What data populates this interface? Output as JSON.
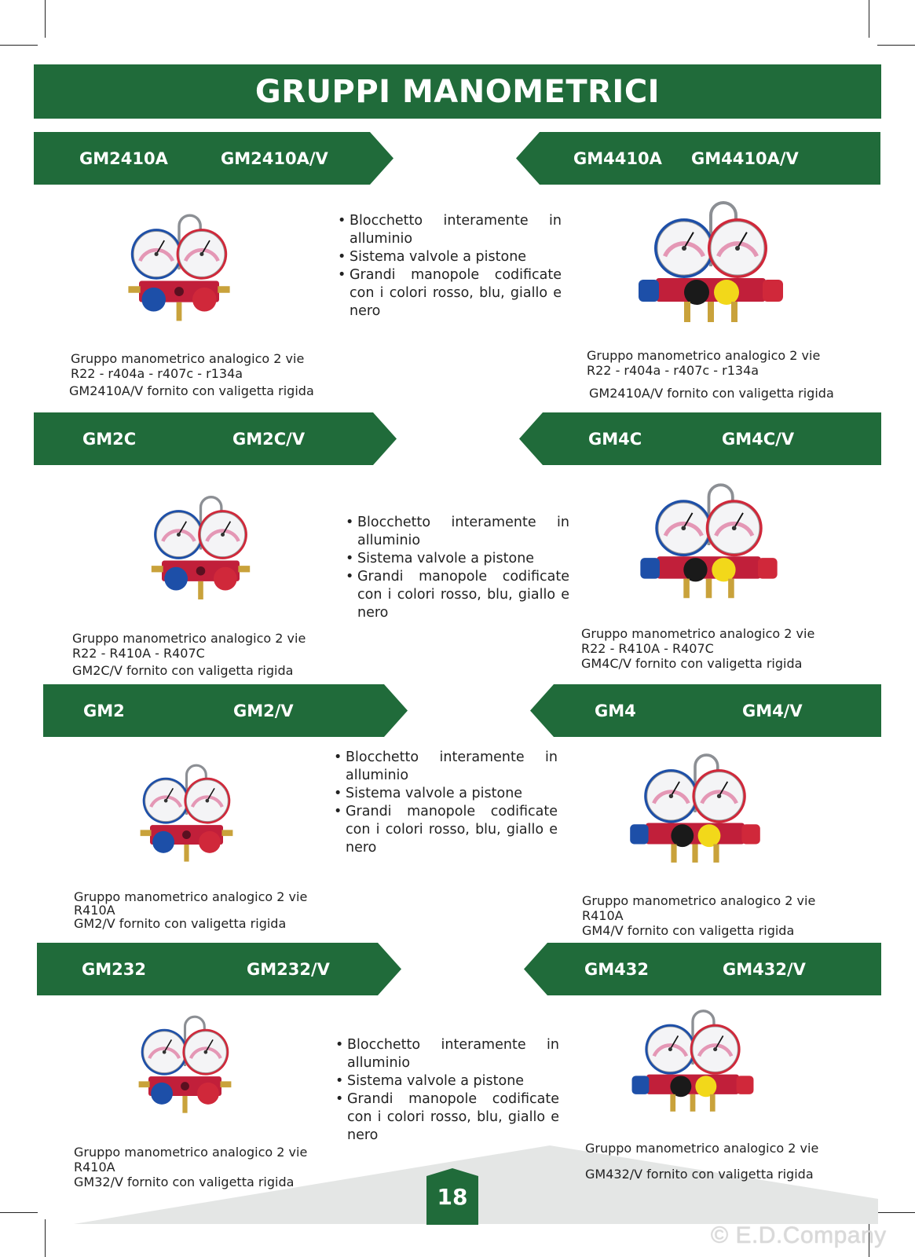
{
  "page": {
    "title": "GRUPPI MANOMETRICI",
    "page_number": "18",
    "watermark": "© E.D.Company"
  },
  "rows": [
    {
      "left": {
        "codes": [
          "GM2410A",
          "GM2410A/V"
        ],
        "description": [
          "Gruppo manometrico analogico 2 vie",
          "R22 - r404a - r407c - r134a",
          "GM2410A/V fornito con valigetta rigida"
        ],
        "gauge_style": "2-way"
      },
      "features": [
        "Blocchetto interamente in alluminio",
        "Sistema valvole a pistone",
        "Grandi manopole codificate con i colori rosso, blu, giallo e nero"
      ],
      "right": {
        "codes": [
          "GM4410A",
          "GM4410A/V"
        ],
        "description": [
          "Gruppo manometrico analogico 2 vie",
          "R22 - r404a - r407c - r134a",
          "GM2410A/V fornito con valigetta rigida"
        ],
        "gauge_style": "4-way"
      }
    },
    {
      "left": {
        "codes": [
          "GM2C",
          "GM2C/V"
        ],
        "description": [
          "Gruppo manometrico analogico 2 vie",
          "R22 - R410A - R407C",
          "GM2C/V fornito con valigetta rigida"
        ],
        "gauge_style": "2-way"
      },
      "features": [
        "Blocchetto interamente in alluminio",
        "Sistema valvole a pistone",
        "Grandi manopole codificate con i colori rosso, blu, giallo e nero"
      ],
      "right": {
        "codes": [
          "GM4C",
          "GM4C/V"
        ],
        "description": [
          "Gruppo manometrico analogico 2 vie",
          "R22 - R410A - R407C",
          "GM4C/V fornito con valigetta rigida"
        ],
        "gauge_style": "4-way"
      }
    },
    {
      "left": {
        "codes": [
          "GM2",
          "GM2/V"
        ],
        "description": [
          "Gruppo manometrico analogico 2 vie",
          "R410A",
          "GM2/V fornito con valigetta rigida"
        ],
        "gauge_style": "2-way"
      },
      "features": [
        "Blocchetto interamente in alluminio",
        "Sistema valvole a pistone",
        "Grandi manopole codificate con i colori rosso, blu, giallo e nero"
      ],
      "right": {
        "codes": [
          "GM4",
          "GM4/V"
        ],
        "description": [
          "Gruppo manometrico analogico 2 vie",
          "R410A",
          "GM4/V fornito con valigetta rigida"
        ],
        "gauge_style": "4-way"
      }
    },
    {
      "left": {
        "codes": [
          "GM232",
          "GM232/V"
        ],
        "description": [
          "Gruppo manometrico analogico 2 vie",
          "R410A",
          "GM32/V fornito con valigetta rigida"
        ],
        "gauge_style": "2-way"
      },
      "features": [
        "Blocchetto interamente in alluminio",
        "Sistema valvole a pistone",
        "Grandi manopole codificate con i colori rosso, blu, giallo e nero"
      ],
      "right": {
        "codes": [
          "GM432",
          "GM432/V"
        ],
        "description": [
          "Gruppo manometrico analogico 2 vie",
          "GM432/V fornito con valigetta rigida"
        ],
        "gauge_style": "4-way"
      }
    }
  ],
  "colors": {
    "brand_green": "#206b3a",
    "gauge_blue": "#1d4fa8",
    "gauge_red": "#d0283a",
    "manifold_red": "#c11f3a",
    "knob_yellow": "#f2d81a",
    "knob_black": "#1a1a1a"
  }
}
